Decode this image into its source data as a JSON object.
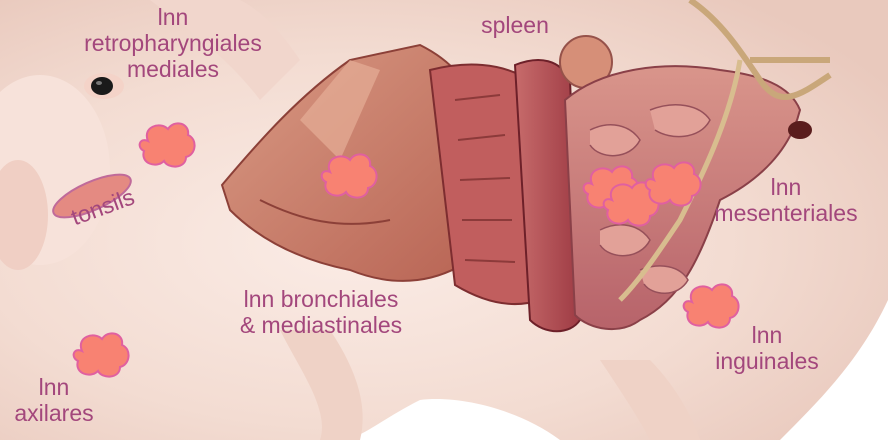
{
  "labels": {
    "retropharyngiales": [
      "lnn",
      "retropharyngiales",
      "mediales"
    ],
    "spleen": [
      "spleen"
    ],
    "tonsils": [
      "tonsils"
    ],
    "mesenteriales": [
      "lnn",
      "mesenteriales"
    ],
    "bronchiales": [
      "lnn bronchiales",
      "& mediastinales"
    ],
    "inguinales": [
      "lnn",
      "inguinales"
    ],
    "axilares": [
      "lnn",
      "axilares"
    ]
  },
  "colors": {
    "label_text": "#a3477c",
    "node_fill": "#f88272",
    "node_stroke": "#e060a0",
    "tonsil_fill": "#e48a82",
    "tonsil_stroke": "#c06a9a",
    "pig_skin": "#f3dfd6",
    "organ_red": "#b84848",
    "organ_pink": "#d98e84"
  }
}
